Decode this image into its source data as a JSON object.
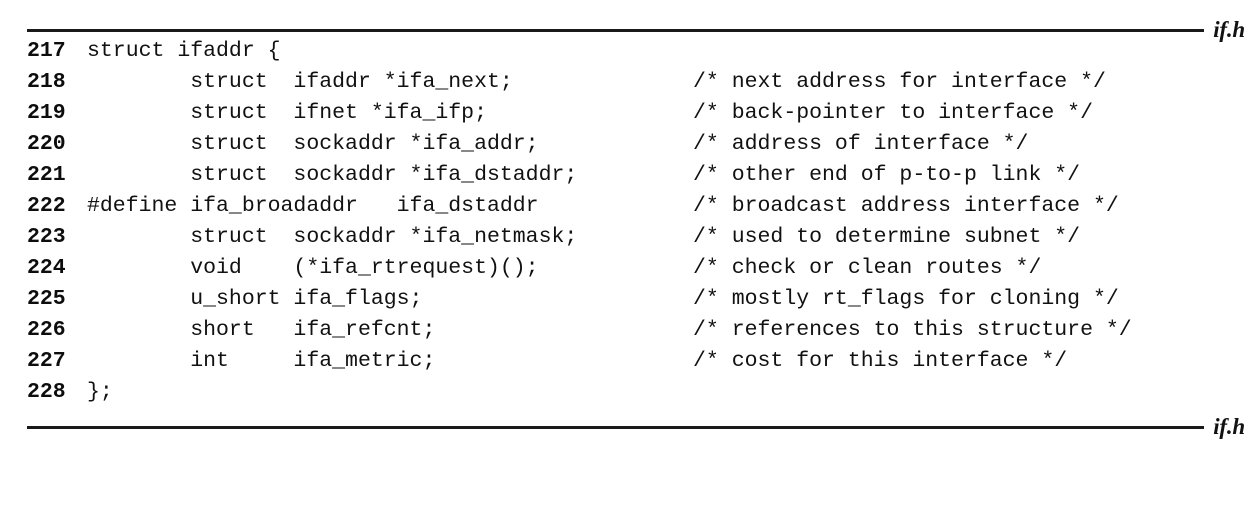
{
  "file_label_top": "if.h",
  "file_label_bottom": "if.h",
  "listing": {
    "lines": [
      {
        "number": "217",
        "code": "struct ifaddr {",
        "comment": ""
      },
      {
        "number": "218",
        "code": "        struct  ifaddr *ifa_next;",
        "comment": "/* next address for interface */"
      },
      {
        "number": "219",
        "code": "        struct  ifnet *ifa_ifp;",
        "comment": "/* back-pointer to interface */"
      },
      {
        "number": "220",
        "code": "        struct  sockaddr *ifa_addr;",
        "comment": "/* address of interface */"
      },
      {
        "number": "221",
        "code": "        struct  sockaddr *ifa_dstaddr;",
        "comment": "/* other end of p-to-p link */"
      },
      {
        "number": "222",
        "code": "#define ifa_broadaddr   ifa_dstaddr",
        "comment": "/* broadcast address interface */"
      },
      {
        "number": "223",
        "code": "        struct  sockaddr *ifa_netmask;",
        "comment": "/* used to determine subnet */"
      },
      {
        "number": "224",
        "code": "        void    (*ifa_rtrequest)();",
        "comment": "/* check or clean routes */"
      },
      {
        "number": "225",
        "code": "        u_short ifa_flags;",
        "comment": "/* mostly rt_flags for cloning */"
      },
      {
        "number": "226",
        "code": "        short   ifa_refcnt;",
        "comment": "/* references to this structure */"
      },
      {
        "number": "227",
        "code": "        int     ifa_metric;",
        "comment": "/* cost for this interface */"
      },
      {
        "number": "228",
        "code": "};",
        "comment": ""
      }
    ]
  },
  "colors": {
    "background": "#ffffff",
    "text": "#111111",
    "rule": "#1a1a1a"
  }
}
